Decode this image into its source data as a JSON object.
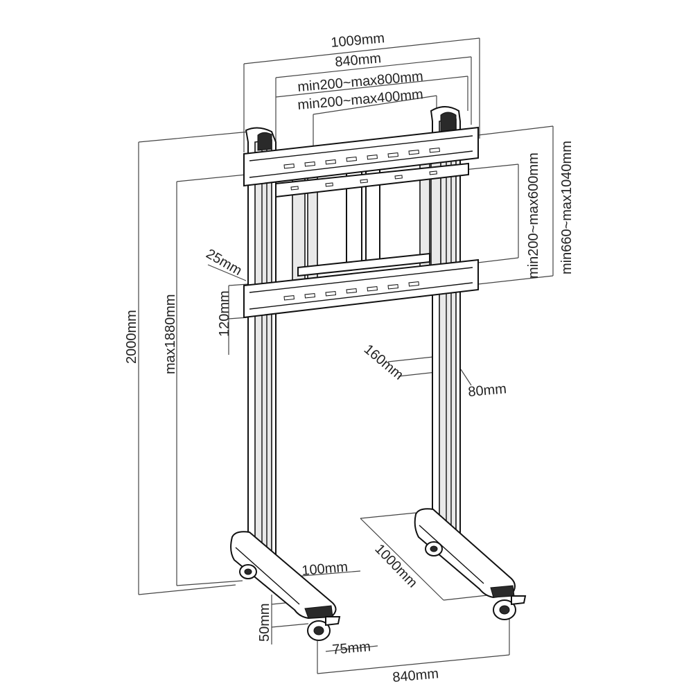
{
  "colors": {
    "line": "#111111",
    "dimension": "#444444",
    "text": "#222222",
    "background": "#ffffff"
  },
  "dimensions": {
    "overall_width": "1009mm",
    "bracket_width": "840mm",
    "vesa_width_outer": "min200~max800mm",
    "vesa_width_inner": "min200~max400mm",
    "bracket_offset": "25mm",
    "rail_height": "120mm",
    "overall_height": "2000mm",
    "max_mount_height": "max1880mm",
    "vesa_height_inner": "min200~max600mm",
    "vesa_height_outer": "min660~max1040mm",
    "column_depth": "160mm",
    "column_width": "80mm",
    "base_depth": "1000mm",
    "base_width_label": "100mm",
    "base_height": "50mm",
    "caster_width": "75mm",
    "base_span": "840mm"
  }
}
